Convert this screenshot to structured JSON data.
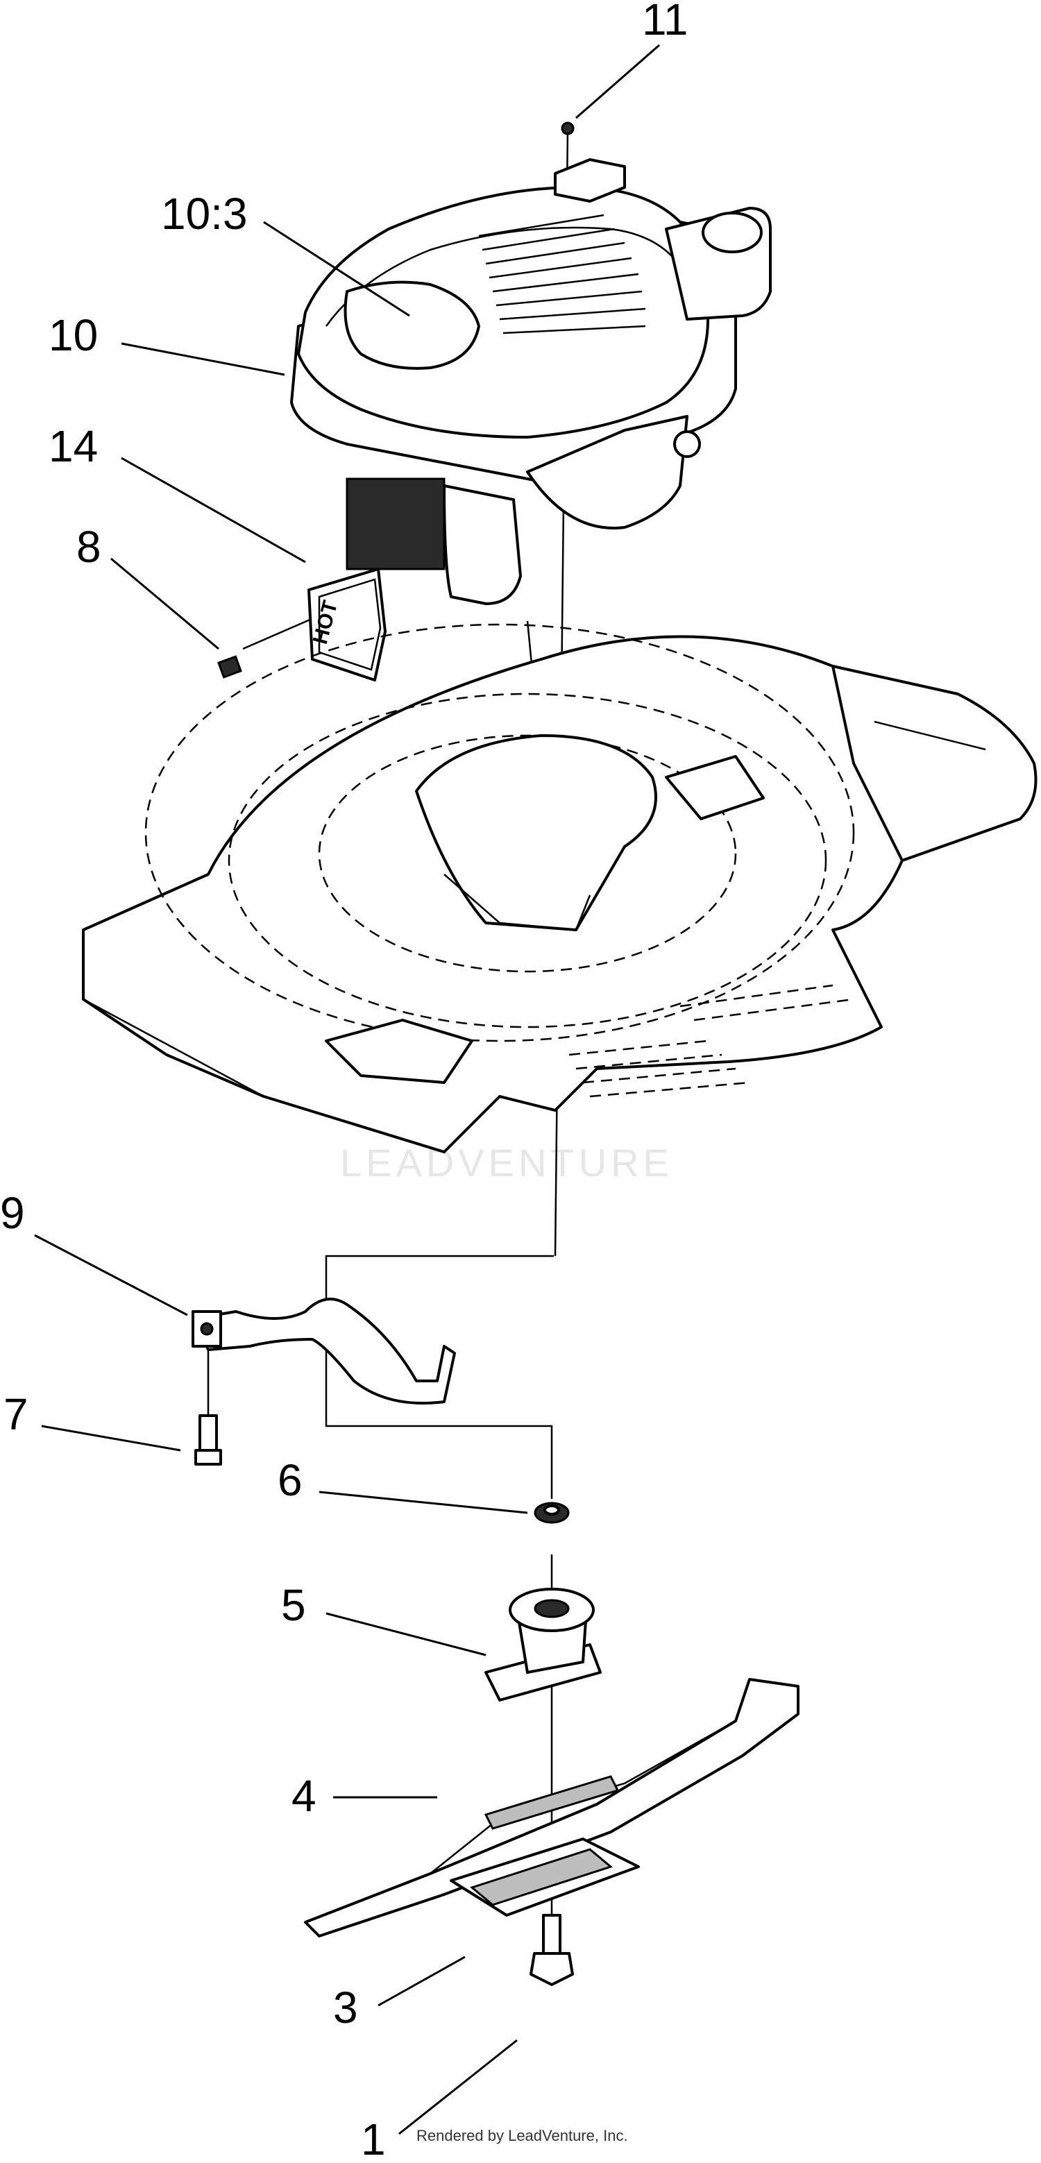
{
  "callouts": {
    "c11": "11",
    "c10_3": "10:3",
    "c10": "10",
    "c14": "14",
    "c8": "8",
    "c9": "9",
    "c7": "7",
    "c6": "6",
    "c5": "5",
    "c4": "4",
    "c3": "3",
    "c1": "1"
  },
  "heat_shield_text": "HOT",
  "watermark": "LEADVENTURE",
  "footer": "Rendered by LeadVenture, Inc."
}
